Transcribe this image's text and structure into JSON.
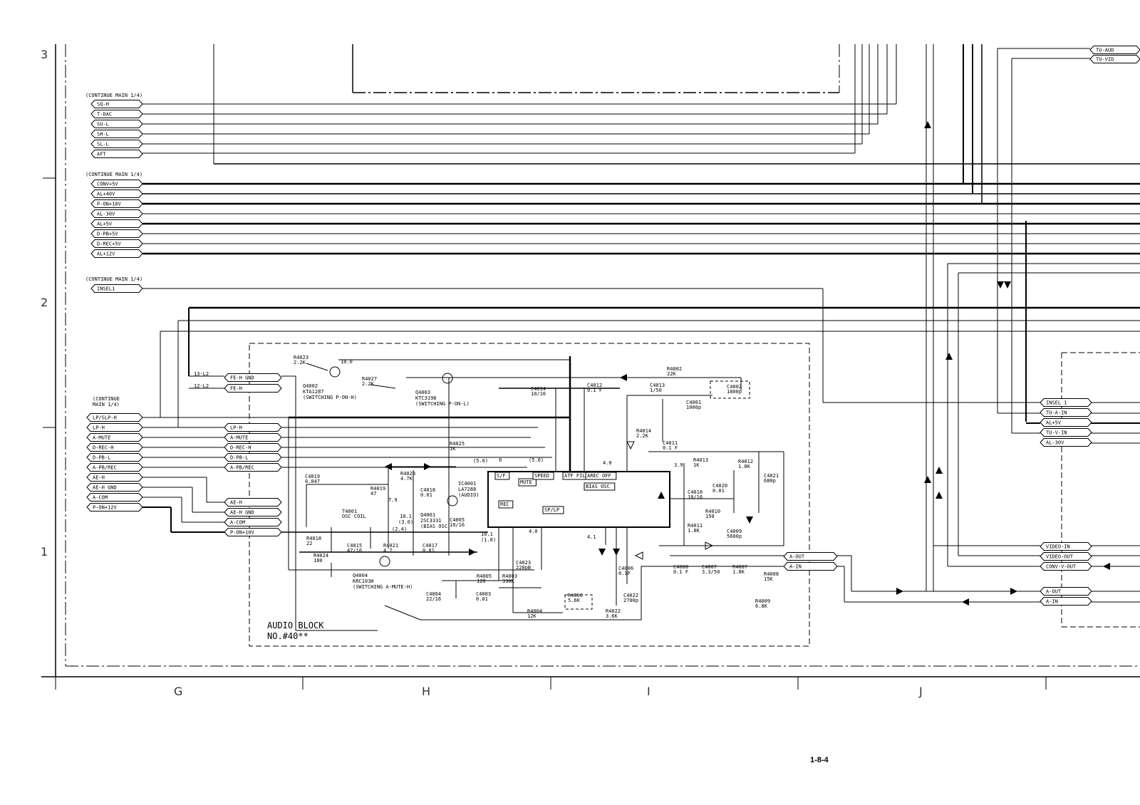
{
  "page_number": "1-8-4",
  "row_labels": [
    "3",
    "2",
    "1"
  ],
  "column_labels": [
    "G",
    "H",
    "I",
    "J"
  ],
  "continue_label": "(CONTINUE MAIN 1/4)",
  "continue_label_split": [
    "(CONTINUE",
    "MAIN 1/4)"
  ],
  "bus1_labels": [
    "SQ-H",
    "T-DAC",
    "SU-L",
    "SH-L",
    "SL-L",
    "AFT"
  ],
  "bus2_labels": [
    "CONV+5V",
    "AL+40V",
    "P-ON+10V",
    "AL-30V",
    "AL+5V",
    "D-PB+5V",
    "D-REC+5V",
    "AL+12V"
  ],
  "bus3_labels": [
    "INSEL1"
  ],
  "left_connector_labels": [
    "LP/SLP-H",
    "LP-H",
    "A-MUTE",
    "D-REC-H",
    "D-PB-L",
    "A-PB/REC",
    "AE-H",
    "AE-H GND",
    "A-COM",
    "P-ON+12V"
  ],
  "fe_labels": [
    "FE-H GND",
    "FE-H"
  ],
  "fe_wire_labels": [
    "13-L2",
    "12-L2"
  ],
  "mid_labels": [
    "LP-H",
    "A-MUTE",
    "D-REC-H",
    "D-PB-L",
    "A-PB/REC"
  ],
  "ae_labels": [
    "AE-H",
    "AE-H GND",
    "A-COM",
    "P-ON+10V"
  ],
  "right_top_labels": [
    "TU-AUD",
    "TU-VID"
  ],
  "right_labels": [
    "INSEL 1",
    "TU-A-IN",
    "AL+5V",
    "TU-V-IN",
    "AL-30V"
  ],
  "right_video_labels": [
    "VIDEO-IN",
    "VIDEO-OUT",
    "CONV-V-OUT"
  ],
  "right_audio_labels": [
    "A-OUT",
    "A-IN"
  ],
  "audio_io_labels": [
    "A-OUT",
    "A-IN"
  ],
  "block_title": [
    "AUDIO BLOCK",
    "NO.#40**"
  ],
  "ic": {
    "ref": "IC4001",
    "part": "LA7288",
    "note": "(AUDIO)"
  },
  "ic_blocks": [
    "S/F",
    "MUTE",
    "SPEED",
    "ATF FIL",
    "AREC OFF",
    "BIAS OSC",
    "SP/LP",
    "REC"
  ],
  "transistors": [
    {
      "ref": "Q4002",
      "part": "KTA1287",
      "note": "(SWITCHING P-ON-H)"
    },
    {
      "ref": "Q4003",
      "part": "KTC3198",
      "note": "(SWITCHING P-ON-L)"
    },
    {
      "ref": "Q4001",
      "part": "2SC3331",
      "note": "(BIAS OSC)"
    },
    {
      "ref": "Q4004",
      "part": "KRC103H",
      "note": "(SWITCHING A-MUTE-H)"
    }
  ],
  "components": [
    {
      "ref": "R4023",
      "value": "2.2K"
    },
    {
      "ref": "R4027",
      "value": "2.2K"
    },
    {
      "ref": "C4014",
      "value": "10/16"
    },
    {
      "ref": "C4012",
      "value": "0.1 F"
    },
    {
      "ref": "R4002",
      "value": "22K"
    },
    {
      "ref": "C4013",
      "value": "1/50"
    },
    {
      "ref": "C4002",
      "value": "1800p"
    },
    {
      "ref": "C4001",
      "value": "1000p"
    },
    {
      "ref": "R4014",
      "value": "2.2K"
    },
    {
      "ref": "C4011",
      "value": "0.1 F"
    },
    {
      "ref": "R4013",
      "value": "1K"
    },
    {
      "ref": "R4012",
      "value": "1.8K"
    },
    {
      "ref": "C4021",
      "value": "680p"
    },
    {
      "ref": "R4025",
      "value": "1K"
    },
    {
      "ref": "C4019",
      "value": "0.047"
    },
    {
      "ref": "T4001",
      "value": "OSC COIL"
    },
    {
      "ref": "R4019",
      "value": "47"
    },
    {
      "ref": "R4020",
      "value": "4.7K"
    },
    {
      "ref": "C4018",
      "value": "0.01"
    },
    {
      "ref": "C4005",
      "value": "10/16"
    },
    {
      "ref": "R4018",
      "value": "22"
    },
    {
      "ref": "R4024",
      "value": "180"
    },
    {
      "ref": "C4015",
      "value": "47/16"
    },
    {
      "ref": "R4021",
      "value": "4.7"
    },
    {
      "ref": "C4017",
      "value": "0.01"
    },
    {
      "ref": "C4023",
      "value": "220pB"
    },
    {
      "ref": "R4005",
      "value": "120"
    },
    {
      "ref": "R4003",
      "value": "330K"
    },
    {
      "ref": "C4004",
      "value": "22/16"
    },
    {
      "ref": "C4003",
      "value": "0.01"
    },
    {
      "ref": "R4004",
      "value": "12K"
    },
    {
      "ref": "R4006",
      "value": "5.6K"
    },
    {
      "ref": "R4022",
      "value": "3.6K"
    },
    {
      "ref": "C4006",
      "value": "0.1F"
    },
    {
      "ref": "C4022",
      "value": "2700p"
    },
    {
      "ref": "C4008",
      "value": "0.1 F"
    },
    {
      "ref": "C4007",
      "value": "3.3/50"
    },
    {
      "ref": "R4007",
      "value": "1.8K"
    },
    {
      "ref": "R4008",
      "value": "15K"
    },
    {
      "ref": "R4009",
      "value": "6.8K"
    },
    {
      "ref": "C4010",
      "value": "10/16"
    },
    {
      "ref": "R4010",
      "value": "150"
    },
    {
      "ref": "R4011",
      "value": "1.8K"
    },
    {
      "ref": "C4020",
      "value": "0.01"
    },
    {
      "ref": "C4009",
      "value": "5600p"
    }
  ],
  "voltages": [
    "10.0",
    "(5.0)",
    "0",
    "(5.0)",
    "4.0",
    "3.9",
    "10.1",
    "(1.8)",
    "4.0",
    "4.1",
    "7.9",
    "10.1",
    "(3.0)",
    "(2.4)"
  ]
}
